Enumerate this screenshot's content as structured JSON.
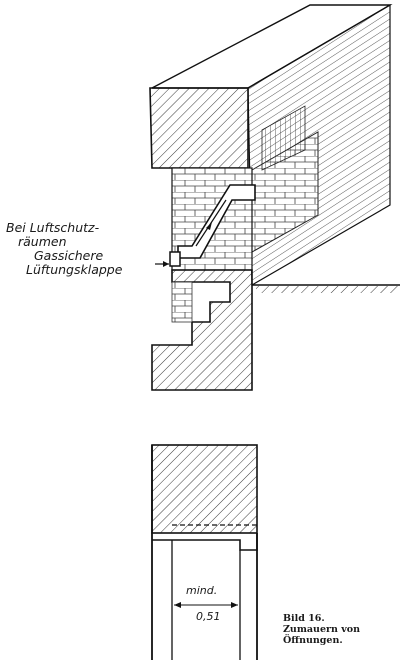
{
  "annotation": {
    "line1": "Bei Luftschutz-",
    "line2": "räumen",
    "line3": "Gassichere",
    "line4": "Lüftungsklappe"
  },
  "dimension": {
    "label_top": "mind.",
    "label_bottom": "0,51"
  },
  "caption": {
    "figure": "Bild 16.",
    "title_line1": "Zumauern von",
    "title_line2": "Öffnungen."
  }
}
